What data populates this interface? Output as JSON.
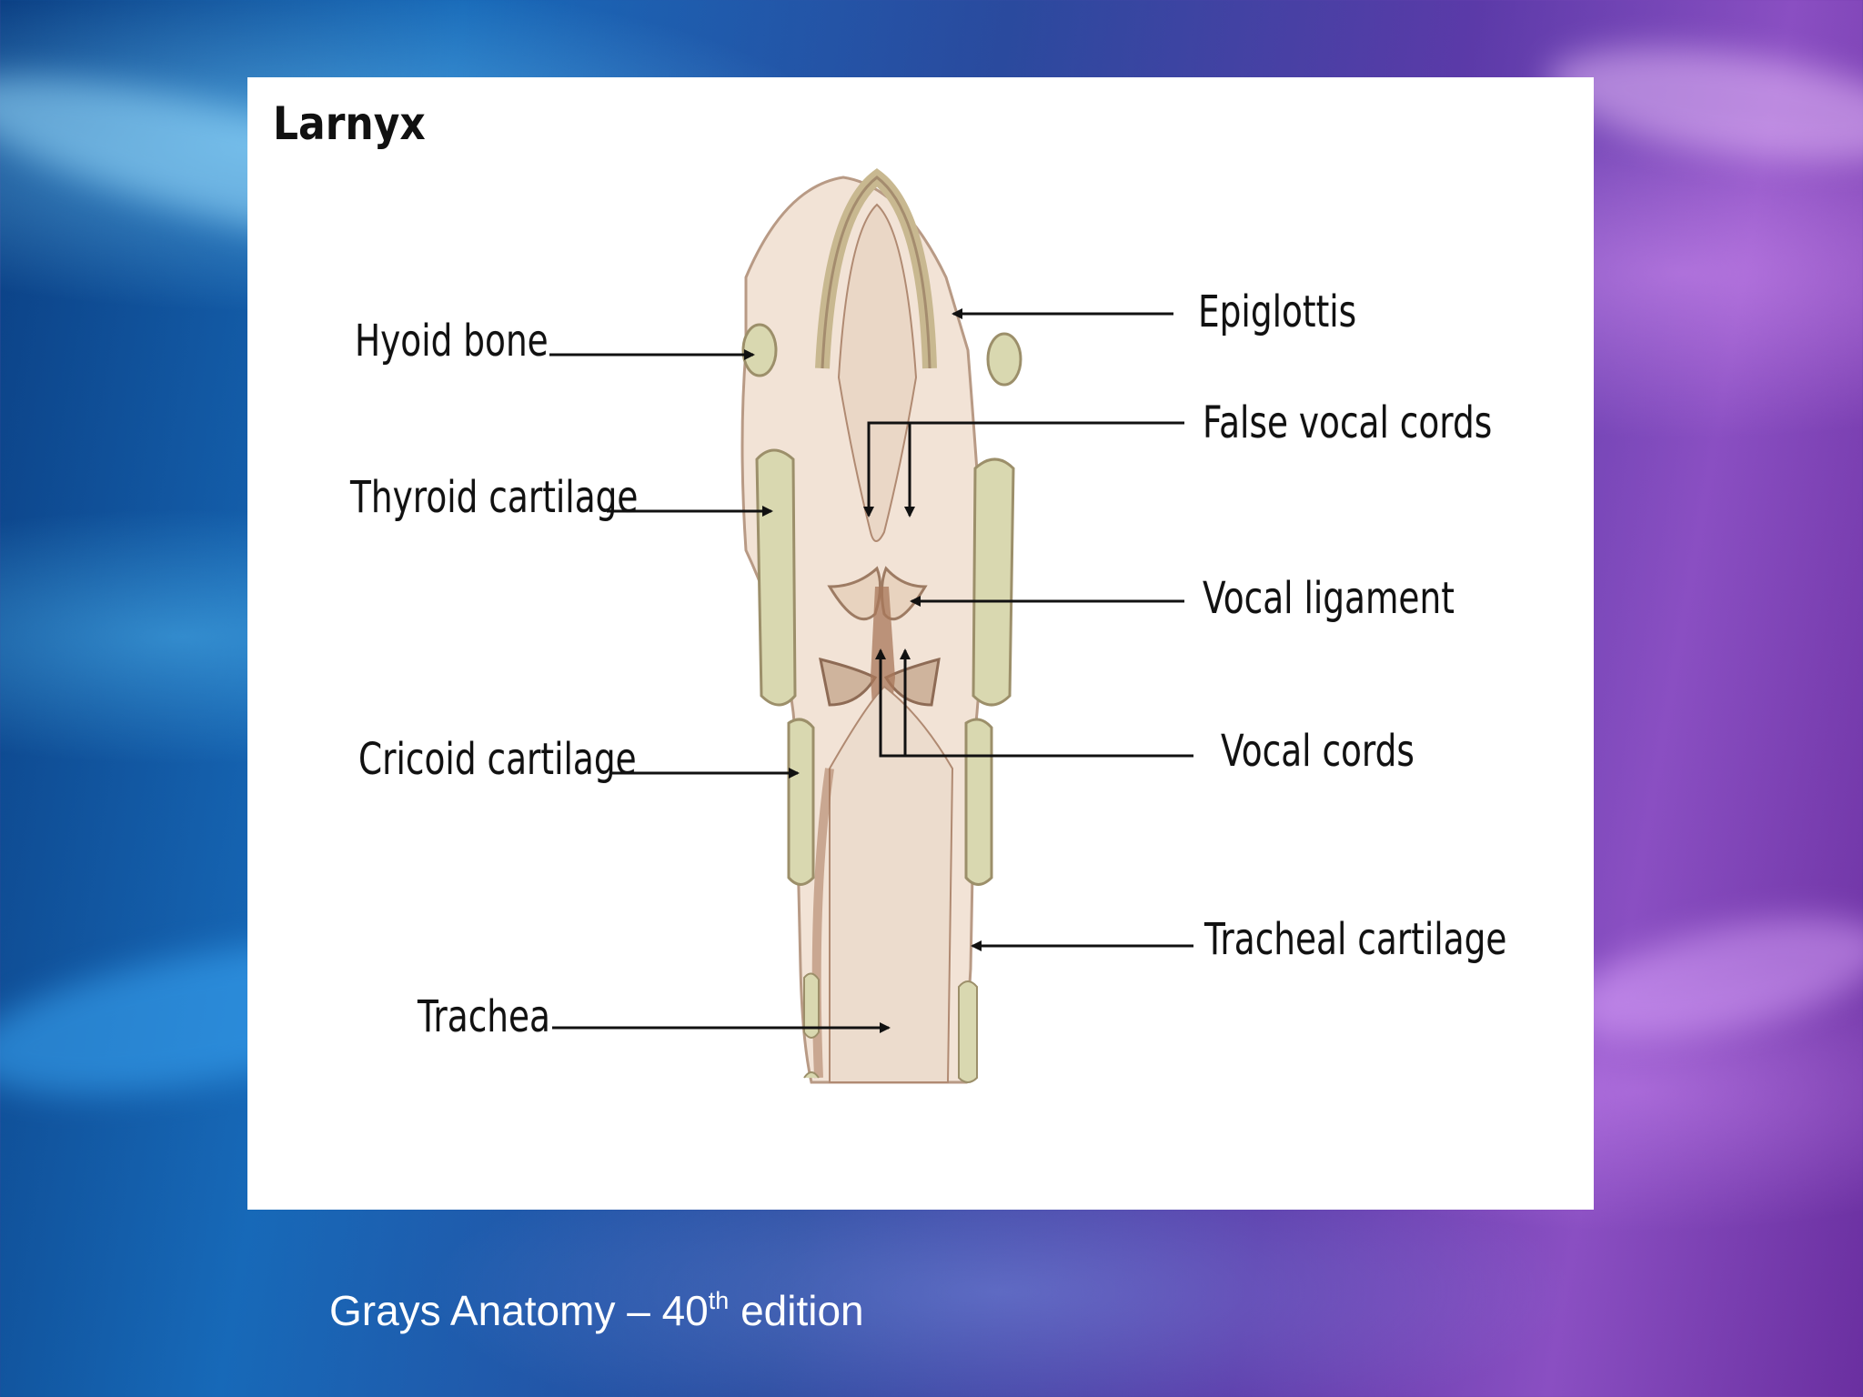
{
  "diagram": {
    "title": "Larnyx",
    "labels": {
      "hyoid_bone": "Hyoid bone",
      "thyroid_cartilage": "Thyroid cartilage",
      "cricoid_cartilage": "Cricoid cartilage",
      "trachea": "Trachea",
      "epiglottis": "Epiglottis",
      "false_vocal_cords": "False vocal cords",
      "vocal_ligament": "Vocal ligament",
      "vocal_cords": "Vocal cords",
      "tracheal_cartilage": "Tracheal cartilage"
    }
  },
  "caption": {
    "prefix": "Grays Anatomy – 40",
    "superscript": "th",
    "suffix": " edition"
  },
  "colors": {
    "tissue": "#f2e3d6",
    "cartilage": "#d9d8b0",
    "lumen": "#e9d5c4",
    "shadow": "#a8775a",
    "arrow": "#111111"
  }
}
